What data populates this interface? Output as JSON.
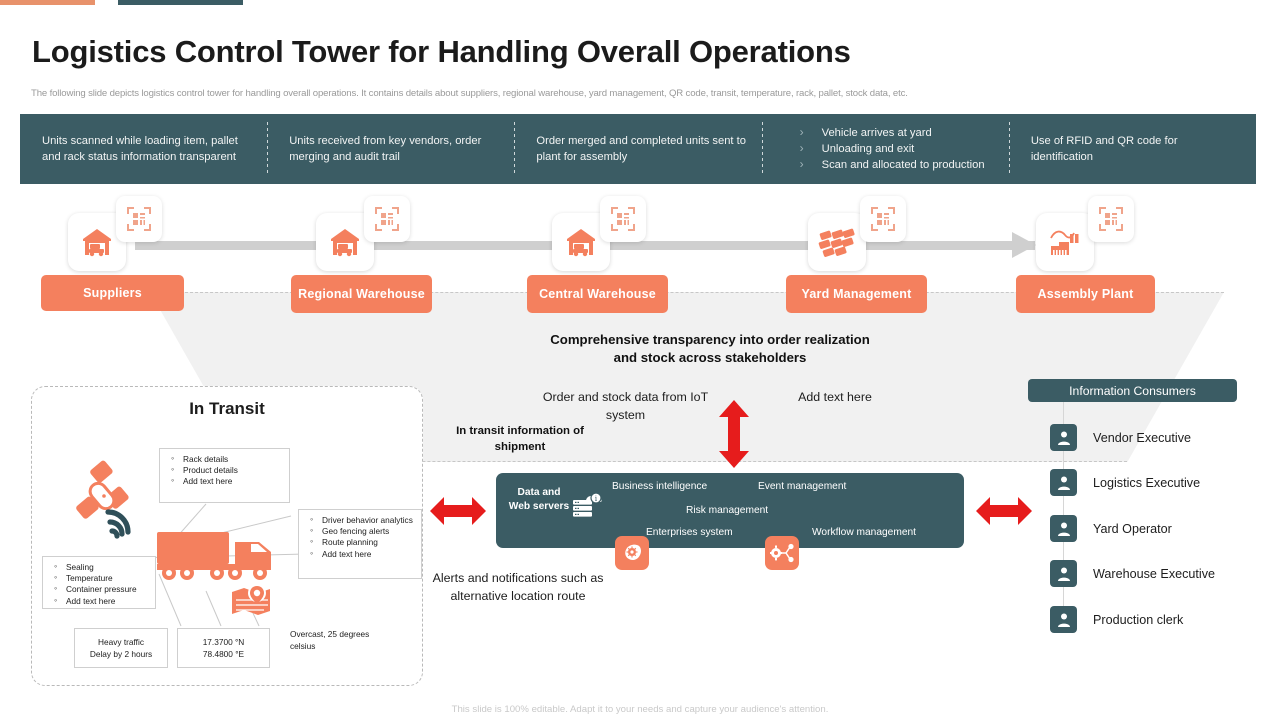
{
  "header": {
    "title": "Logistics Control Tower for Handling Overall Operations",
    "subtitle": "The following slide depicts logistics control tower for handling overall operations. It contains details about suppliers, regional warehouse, yard management, QR code, transit, temperature, rack, pallet, stock data, etc."
  },
  "colors": {
    "accent_orange": "#F4805E",
    "accent_teal": "#3B5C64",
    "arrow_red": "#E61C1C",
    "funnel_gray": "#F1F1F1",
    "bar_orange": "#E8926B"
  },
  "banner": {
    "columns": [
      {
        "type": "paragraph",
        "text": "Units scanned while loading item, pallet and rack status information transparent"
      },
      {
        "type": "paragraph",
        "text": "Units received from key vendors, order merging and audit trail"
      },
      {
        "type": "paragraph",
        "text": "Order merged and completed units sent to plant for assembly"
      },
      {
        "type": "list",
        "items": [
          "Vehicle arrives at yard",
          "Unloading and exit",
          "Scan and allocated to production"
        ]
      },
      {
        "type": "paragraph",
        "text": "Use of RFID and QR code for identification"
      }
    ]
  },
  "flow": {
    "nodes": [
      {
        "label": "Suppliers",
        "icon": "warehouse-truck-icon",
        "badge": "qr-code-icon"
      },
      {
        "label": "Regional Warehouse",
        "icon": "warehouse-truck-icon",
        "badge": "qr-code-icon"
      },
      {
        "label": "Central Warehouse",
        "icon": "warehouse-truck-icon",
        "badge": "qr-code-icon"
      },
      {
        "label": "Yard Management",
        "icon": "pallet-stack-icon",
        "badge": "qr-code-icon"
      },
      {
        "label": "Assembly Plant",
        "icon": "factory-icon",
        "badge": "qr-code-icon"
      }
    ]
  },
  "center": {
    "headline": "Comprehensive transparency into order realization and stock across stakeholders",
    "headline_line1": "Comprehensive transparency into order realization",
    "headline_line2": "and stock across stakeholders",
    "iot_text": "Order and stock data from IoT system",
    "add_text": "Add text here",
    "in_transit_info": "In transit information of shipment",
    "alerts_text": "Alerts and notifications such as alternative location route"
  },
  "platform": {
    "left_label": "Data and Web servers",
    "items": [
      {
        "label": "Business intelligence"
      },
      {
        "label": "Event management"
      },
      {
        "label": "Risk management"
      },
      {
        "label": "Enterprises system"
      },
      {
        "label": "Workflow management"
      }
    ],
    "icons": [
      "server-cloud-icon",
      "ai-brain-icon",
      "workflow-gear-icon"
    ]
  },
  "transit": {
    "title": "In Transit",
    "rack_box": [
      "Rack details",
      "Product details",
      "Add text here"
    ],
    "driver_box": [
      "Driver behavior analytics",
      "Geo fencing alerts",
      "Route planning",
      "Add text here"
    ],
    "sealing_box": [
      "Sealing",
      "Temperature",
      "Container pressure",
      "Add text here"
    ],
    "traffic_box": [
      "Heavy traffic",
      "Delay by 2 hours"
    ],
    "coords_box": [
      "17.3700 °N",
      "78.4800 °E"
    ],
    "weather": "Overcast, 25 degrees celsius"
  },
  "information_consumers": {
    "header": "Information Consumers",
    "items": [
      {
        "label": "Vendor Executive"
      },
      {
        "label": "Logistics Executive"
      },
      {
        "label": "Yard Operator"
      },
      {
        "label": "Warehouse Executive"
      },
      {
        "label": "Production clerk"
      }
    ]
  },
  "footer": {
    "note": "This slide is 100% editable. Adapt it to your needs and capture your audience's attention."
  }
}
